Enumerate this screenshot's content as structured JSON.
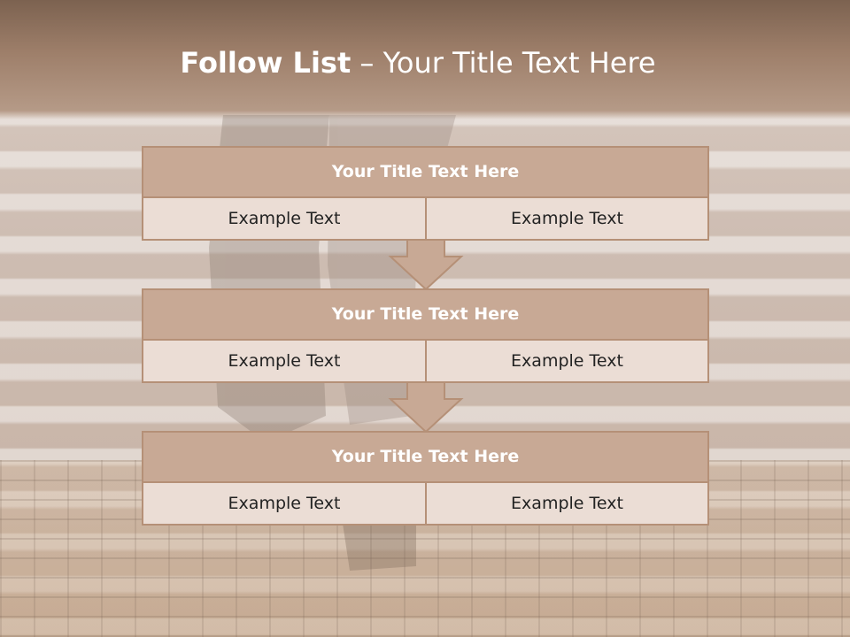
{
  "slide": {
    "title_bold": "Follow List",
    "title_rest": " – Your Title Text Here"
  },
  "blocks": [
    {
      "title": "Your Title Text Here",
      "left": "Example Text",
      "right": "Example Text"
    },
    {
      "title": "Your Title Text Here",
      "left": "Example Text",
      "right": "Example Text"
    },
    {
      "title": "Your Title Text Here",
      "left": "Example Text",
      "right": "Example Text"
    }
  ],
  "colors": {
    "header_fill": "#c8a995",
    "cell_fill": "#ebddd5",
    "border": "#b59077",
    "arrow_fill": "#c8a995"
  },
  "icons": {
    "arrow": "down-arrow-icon"
  }
}
